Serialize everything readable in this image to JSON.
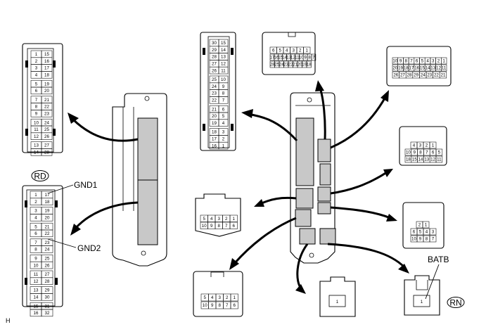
{
  "labels": {
    "rd": "RD",
    "gnd1": "GND1",
    "gnd2": "GND2",
    "batb": "BATB",
    "rn": "RN",
    "corner": "H"
  },
  "connectors": {
    "left_top_28": {
      "rows": [
        [
          "1",
          "15"
        ],
        [
          "2",
          "16"
        ],
        [
          "3",
          "17"
        ],
        [
          "4",
          "18"
        ],
        [
          "5",
          "19"
        ],
        [
          "6",
          "20"
        ],
        [
          "7",
          "21"
        ],
        [
          "8",
          "22"
        ],
        [
          "9",
          "23"
        ],
        [
          "10",
          "24"
        ],
        [
          "11",
          "25"
        ],
        [
          "12",
          "26"
        ],
        [
          "13",
          "27"
        ],
        [
          "14",
          "28"
        ]
      ]
    },
    "left_bottom_32": {
      "rows": [
        [
          "1",
          "17"
        ],
        [
          "2",
          "18"
        ],
        [
          "3",
          "19"
        ],
        [
          "4",
          "20"
        ],
        [
          "5",
          "21"
        ],
        [
          "6",
          "22"
        ],
        [
          "7",
          "23"
        ],
        [
          "8",
          "24"
        ],
        [
          "9",
          "25"
        ],
        [
          "10",
          "26"
        ],
        [
          "11",
          "27"
        ],
        [
          "12",
          "28"
        ],
        [
          "13",
          "29"
        ],
        [
          "14",
          "30"
        ],
        [
          "15",
          "31"
        ],
        [
          "16",
          "32"
        ]
      ]
    },
    "center_30": {
      "rows": [
        [
          "30",
          "15"
        ],
        [
          "29",
          "14"
        ],
        [
          "28",
          "13"
        ],
        [
          "27",
          "12"
        ],
        [
          "26",
          "11"
        ],
        [
          "25",
          "10"
        ],
        [
          "24",
          "9"
        ],
        [
          "23",
          "8"
        ],
        [
          "22",
          "7"
        ],
        [
          "21",
          "6"
        ],
        [
          "20",
          "5"
        ],
        [
          "19",
          "4"
        ],
        [
          "18",
          "3"
        ],
        [
          "17",
          "2"
        ],
        [
          "16",
          "1"
        ]
      ]
    },
    "top_mid_21": {
      "row1": [
        "6",
        "5",
        "4",
        "3",
        "2",
        "1"
      ],
      "row2": [
        "17",
        "16",
        "15",
        "14",
        "13",
        "12",
        "11",
        "10",
        "9",
        "8",
        "7"
      ],
      "row3": [
        "28",
        "25",
        "24",
        "23",
        "22",
        "21",
        "20",
        "19",
        "18"
      ]
    },
    "right_top_29": {
      "row1": [
        "10",
        "9",
        "8",
        "7",
        "6",
        "5",
        "4",
        "3",
        "2",
        "1"
      ],
      "row2": [
        "20",
        "19",
        "18",
        "17",
        "16",
        "15",
        "14",
        "13",
        "12",
        "11"
      ],
      "row3": [
        "26",
        "27",
        "28",
        "29",
        "24",
        "23",
        "22",
        "21"
      ]
    },
    "right_18": {
      "row1": [
        "4",
        "3",
        "2",
        "1"
      ],
      "row2": [
        "10",
        "9",
        "8",
        "7",
        "6",
        "5"
      ],
      "row3": [
        "18",
        "15",
        "14",
        "13",
        "12",
        "11"
      ]
    },
    "right_10": {
      "row1": [
        "2",
        "1"
      ],
      "row2": [
        "6",
        "5",
        "4",
        "3"
      ],
      "row3": [
        "10",
        "9",
        "8",
        "7"
      ]
    },
    "mid_10": {
      "row1": [
        "5",
        "4",
        "3",
        "2",
        "1"
      ],
      "row2": [
        "10",
        "9",
        "8",
        "7",
        "6"
      ]
    },
    "bottom_10": {
      "row1": [
        "5",
        "4",
        "3",
        "2",
        "1"
      ],
      "row2": [
        "10",
        "9",
        "8",
        "7",
        "6"
      ]
    },
    "bottom_1": {
      "pin": "1"
    },
    "batb_1": {
      "pin": "1"
    }
  }
}
